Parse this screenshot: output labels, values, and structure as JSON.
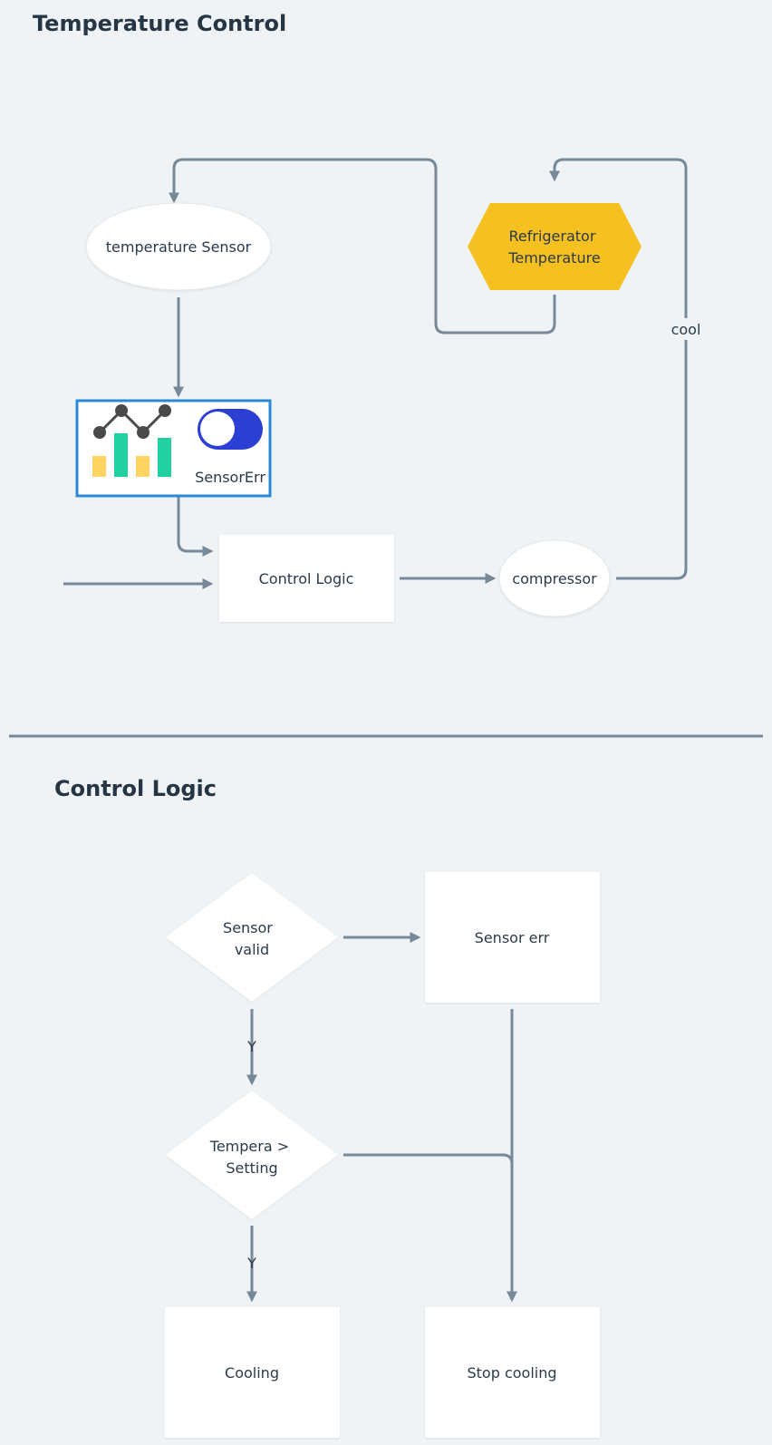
{
  "section1": {
    "title": "Temperature Control",
    "nodes": {
      "temp_sensor": "temperature Sensor",
      "fridge_temp": [
        "Refrigerator",
        "Temperature"
      ],
      "sensor_err_widget": "SensorErr",
      "control_logic": "Control Logic",
      "compressor": "compressor"
    },
    "edges": {
      "cool": "cool"
    }
  },
  "section2": {
    "title": "Control Logic",
    "nodes": {
      "sensor_valid": [
        "Sensor",
        "valid"
      ],
      "sensor_err": "Sensor err",
      "tempera_setting": [
        "Tempera >",
        "Setting"
      ],
      "cooling": "Cooling",
      "stop_cooling": "Stop cooling"
    },
    "edges": {
      "y1": "Y",
      "y2": "Y"
    }
  },
  "colors": {
    "background": "#eff3f6",
    "edge": "#778899",
    "title": "#263544",
    "node_fill": "#ffffff",
    "hexagon_fill": "#f5c020",
    "widget_border": "#2b8ad8",
    "toggle": "#2b3fd4",
    "bar_yellow": "#ffd460",
    "bar_green": "#20d0a0",
    "chart_line": "#4a4a4a"
  }
}
